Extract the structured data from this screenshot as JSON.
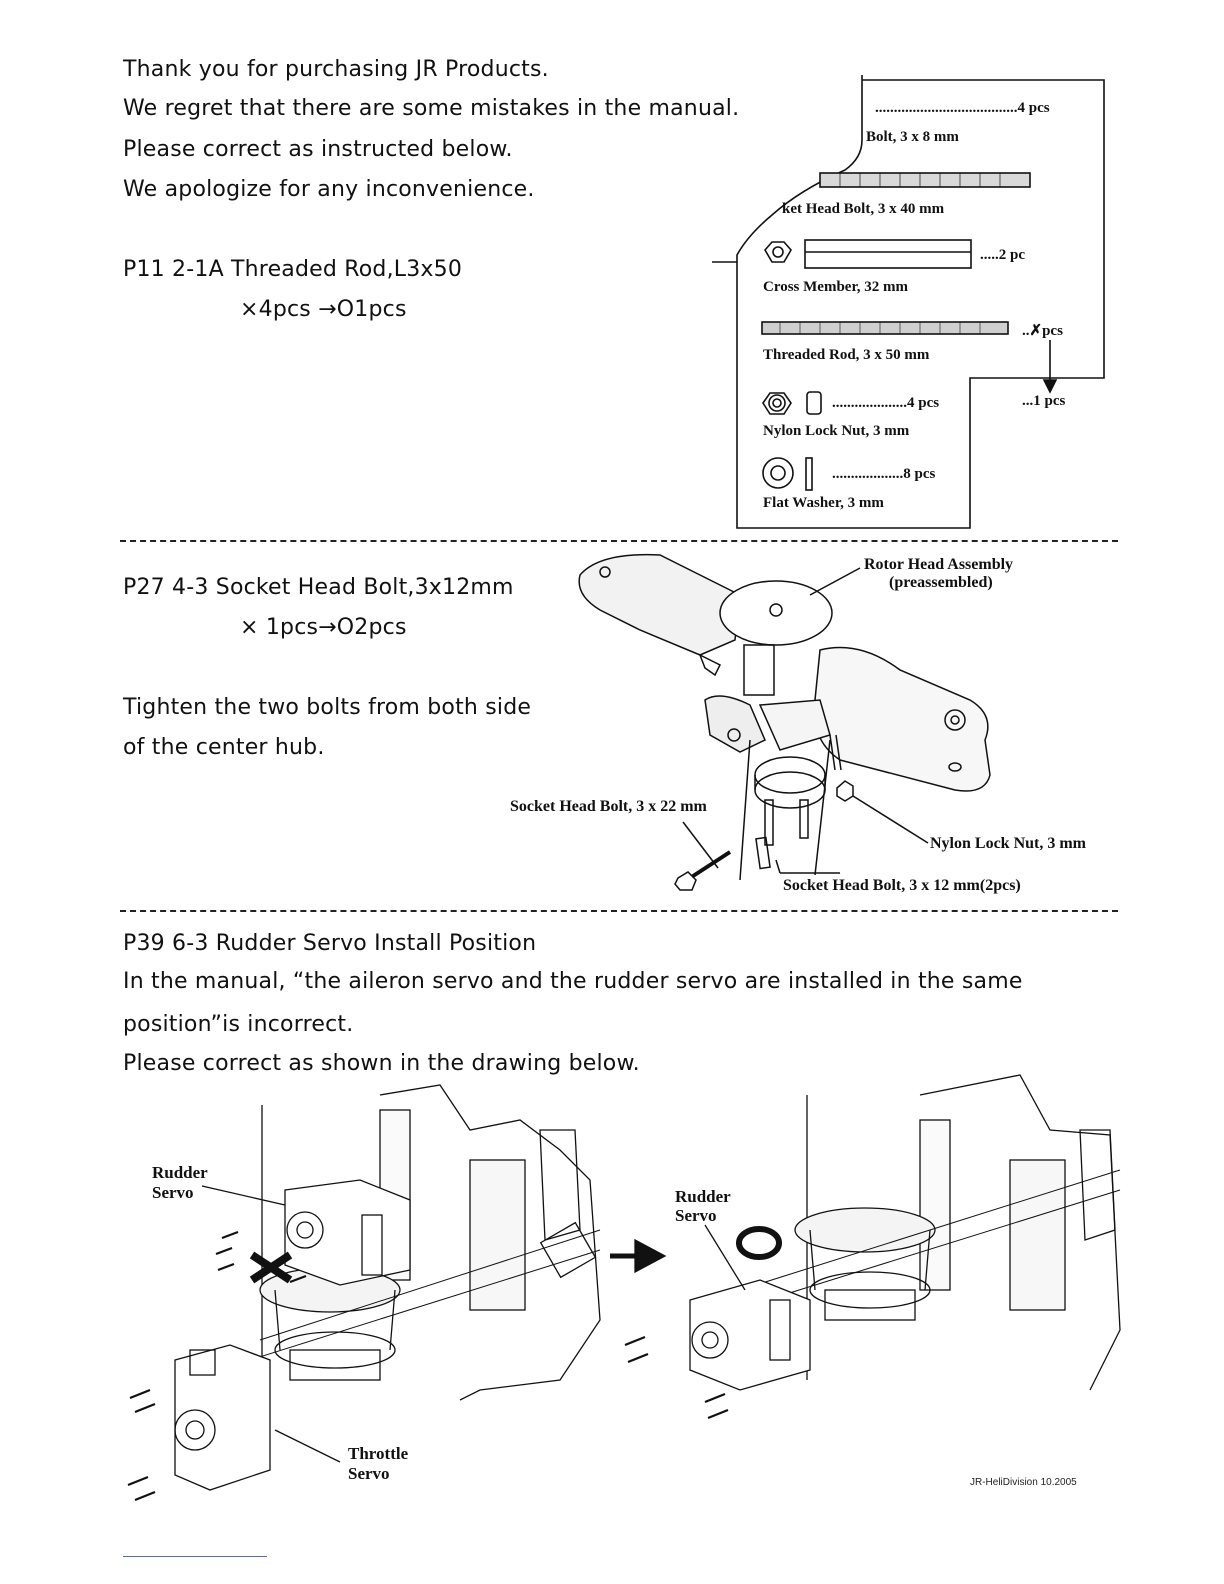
{
  "intro": {
    "line1": "Thank you for purchasing JR Products.",
    "line2": "We regret that there are some mistakes in the manual.",
    "line3": "Please correct as instructed below.",
    "line4": "We apologize for any inconvenience."
  },
  "p11": {
    "title": "P11  2-1A Threaded Rod,L3x50",
    "correction": "×4pcs →O1pcs",
    "parts": {
      "bolt_qty": "......................................4 pcs",
      "bolt_label": "Bolt, 3 x 8 mm",
      "socket_label": "ket Head Bolt, 3 x 40 mm",
      "cross_qty": ".....2 pc",
      "cross_label": "Cross Member, 32 mm",
      "rod_qty": "..✗pcs",
      "rod_label": "Threaded Rod, 3 x 50 mm",
      "rod_new_qty": "...1 pcs",
      "nut_qty": "....................4 pcs",
      "nut_label": "Nylon Lock Nut, 3 mm",
      "washer_qty": "...................8 pcs",
      "washer_label": "Flat Washer, 3 mm"
    }
  },
  "p27": {
    "title": "P27 4-3 Socket Head Bolt,3x12mm",
    "correction": "× 1pcs→O2pcs",
    "note1": "Tighten the two bolts from both side",
    "note2": " of the center hub.",
    "labels": {
      "rotor1": "Rotor Head Assembly",
      "rotor2": "(preassembled)",
      "bolt22": "Socket Head Bolt, 3 x 22 mm",
      "nut": "Nylon Lock Nut, 3 mm",
      "bolt12": "Socket Head Bolt, 3 x 12 mm(2pcs)"
    }
  },
  "p39": {
    "title": "P39 6-3 Rudder Servo Install Position",
    "line1": "In the manual, “the aileron servo and the rudder servo are installed in the same",
    "line2": "position”is incorrect.",
    "line3": "Please correct as shown in the drawing below.",
    "labels": {
      "rudder_a1": "Rudder",
      "rudder_a2": "Servo",
      "throttle1": "Throttle",
      "throttle2": "Servo",
      "rudder_b1": "Rudder",
      "rudder_b2": "Servo"
    }
  },
  "footer": "JR-HeliDivision 10.2005"
}
